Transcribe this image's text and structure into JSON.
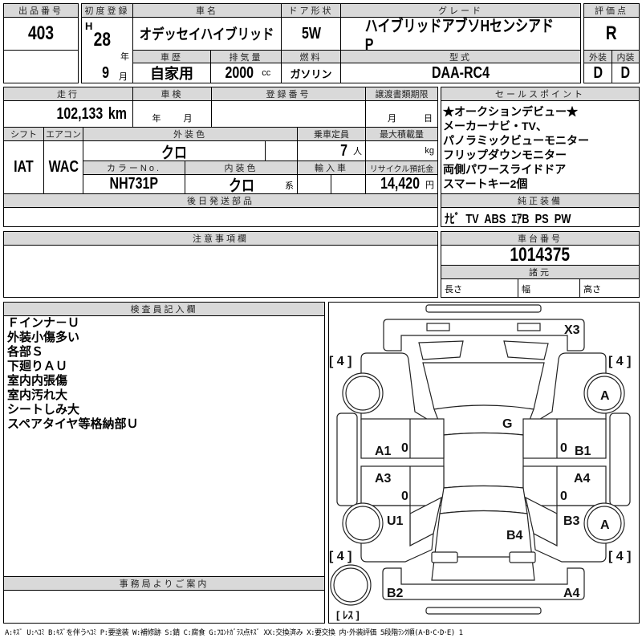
{
  "lot": {
    "label": "出品番号",
    "value": "403"
  },
  "first_reg": {
    "label": "初度登録",
    "era": "H",
    "year": "28",
    "year_unit": "年",
    "month": "9",
    "month_unit": "月"
  },
  "car_name": {
    "label": "車名",
    "value": "オデッセイハイブリッド"
  },
  "door": {
    "label": "ドア形状",
    "value": "5W"
  },
  "grade": {
    "label": "グレード",
    "value": "ハイブリッドアブソHセンシアドP"
  },
  "history": {
    "label": "車歴",
    "value": "自家用"
  },
  "displacement": {
    "label": "排気量",
    "value": "2000",
    "unit": "cc"
  },
  "fuel": {
    "label": "燃料",
    "value": "ガソリン"
  },
  "model": {
    "label": "型式",
    "value": "DAA-RC4"
  },
  "score": {
    "label": "評価点",
    "value": "R",
    "ext_label": "外装",
    "int_label": "内装",
    "ext": "D",
    "int": "D"
  },
  "mileage": {
    "label": "走行",
    "value": "102,133",
    "unit": "km"
  },
  "inspection": {
    "label": "車検",
    "year_unit": "年",
    "month_unit": "月"
  },
  "reg_no": {
    "label": "登録番号"
  },
  "transfer": {
    "label": "譲渡書類期限",
    "month_unit": "月",
    "day_unit": "日"
  },
  "shift": {
    "label": "シフト",
    "value": "IAT"
  },
  "ac": {
    "label": "エアコン",
    "value": "WAC"
  },
  "ext_color": {
    "label": "外装色",
    "value": "クロ"
  },
  "capacity": {
    "label": "乗車定員",
    "value": "7",
    "unit": "人"
  },
  "max_load": {
    "label": "最大積載量",
    "unit": "kg"
  },
  "color_no": {
    "label": "カラーNo.",
    "value": "NH731P"
  },
  "int_color": {
    "label": "内装色",
    "value": "クロ",
    "unit": "系"
  },
  "import": {
    "label": "輸入車"
  },
  "recycle": {
    "label": "リサイクル預託金",
    "value": "14,420",
    "unit": "円"
  },
  "later_parts": {
    "label": "後日発送部品"
  },
  "sales_points": {
    "label": "セールスポイント",
    "items": [
      "★オークションデビュー★",
      "メーカーナビ・TV、",
      "パノラミックビューモニター",
      "フリップダウンモニター",
      "両側パワースライドドア",
      "スマートキー2個"
    ]
  },
  "equipment": {
    "label": "純正装備",
    "value": "ﾅﾋﾞ  TV  ABS  ｴｱB  PS  PW"
  },
  "notes": {
    "label": "注意事項欄"
  },
  "chassis": {
    "label": "車台番号",
    "value": "1014375"
  },
  "specs": {
    "label": "諸元",
    "length": "長さ",
    "width": "幅",
    "height": "高さ"
  },
  "inspector": {
    "label": "検査員記入欄",
    "items": [
      "Ｆインナ－Ｕ",
      "外装小傷多い",
      "各部Ｓ",
      "下廻りＡＵ",
      "室内内張傷",
      "室内汚れ大",
      "シートしみ大",
      "スペアタイヤ等格納部Ｕ"
    ]
  },
  "office": {
    "label": "事務局よりご案内"
  },
  "diagram": {
    "marks": {
      "front_bumper": "X3",
      "tire_fl": "[ 4 ]",
      "tire_fr": "[ 4 ]",
      "tire_rl": "[ 4 ]",
      "tire_rr": "[ 4 ]",
      "wheel_fr": "A",
      "windshield": "G",
      "front_door_l": "A1",
      "front_door_r": "B1",
      "rear_door_l": "A3",
      "rear_door_r": "A4",
      "rear_fender_l": "U1",
      "rear_fender_r": "B3",
      "wheel_rr": "A",
      "tailgate": "B4",
      "rear_bumper_l": "B2",
      "rear_bumper_r": "A4",
      "spare": "[ ﾚｽ ]"
    },
    "handles": "0"
  },
  "legend": "A:ｷｽﾞ U:ﾍｺﾐ B:ｷｽﾞを伴うﾍｺﾐ P:要塗装 W:補修跡 S:錆 C:腐食 G:ﾌﾛﾝﾄｶﾞﾗｽ点ｷｽﾞ XX:交換済み X:要交換  内･外装評価  5段階ﾗﾝｸ順(A･B･C･D･E) 1"
}
